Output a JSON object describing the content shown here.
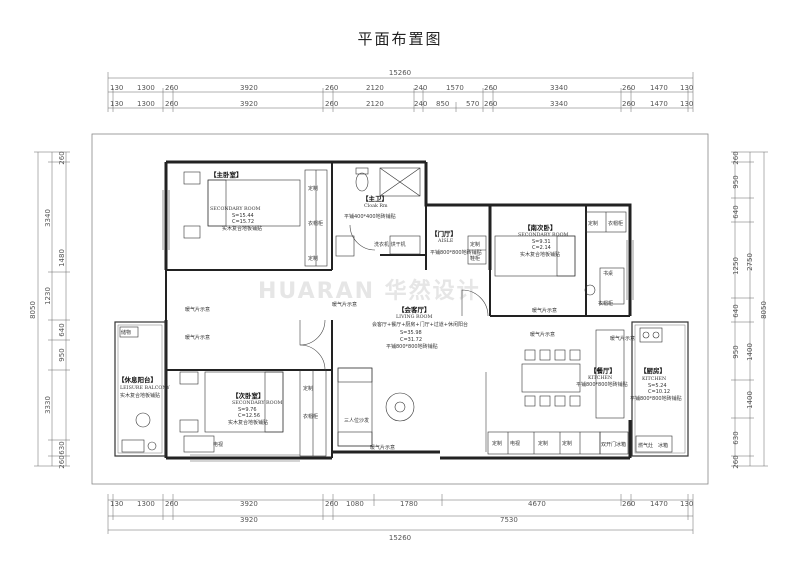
{
  "title": "平面布置图",
  "watermark": "HUARAN 华然设计",
  "dims": {
    "top_total": "15260",
    "top_row1": [
      "130",
      "1300",
      "260",
      "3920",
      "260",
      "2120",
      "240",
      "1570",
      "260",
      "3340",
      "260",
      "1470",
      "130"
    ],
    "top_row2": [
      "130",
      "1300",
      "260",
      "3920",
      "260",
      "2120",
      "240",
      "850",
      "570",
      "260",
      "3340",
      "260",
      "1470",
      "130"
    ],
    "bottom_row1": [
      "130",
      "1300",
      "260",
      "3920",
      "260",
      "1080",
      "1780",
      "4670",
      "260",
      "1470",
      "130"
    ],
    "bottom_row2": [
      "3920",
      "7530"
    ],
    "bottom_total": "15260",
    "left_total": "8050",
    "left": [
      "260",
      "3340",
      "1480",
      "1230",
      "640",
      "950",
      "3330",
      "630",
      "260"
    ],
    "right_total": "8050",
    "right": [
      "260",
      "950",
      "640",
      "2750",
      "1250",
      "640",
      "1400",
      "950",
      "1400",
      "630",
      "260"
    ]
  },
  "rooms": {
    "master_bed": {
      "name": "【主卧室】",
      "en": "SECONDARY ROOM",
      "s": "S=15.44",
      "c": "C=15.72",
      "floor": "实木复合地板铺贴"
    },
    "cloak": {
      "name": "【主卫】",
      "en": "Cloak Rm",
      "floor": "平铺400*400地砖铺贴"
    },
    "hall": {
      "name": "【门厅】",
      "en": "AISLE",
      "floor": "平铺800*800地砖铺贴"
    },
    "second_bed": {
      "name": "【南次卧】",
      "en": "SECONDARY ROOM",
      "s": "S=9.31",
      "c": "C=2.14",
      "floor": "实木复合地板铺贴"
    },
    "living": {
      "name": "【会客厅】",
      "en": "LIVING ROOM",
      "desc": "会客厅+餐厅+厨房+门厅+过道+休闲阳台",
      "s": "S=35.98",
      "c": "C=31.72",
      "floor": "平铺800*800地砖铺贴"
    },
    "balcony": {
      "name": "【休息阳台】",
      "en": "LEISURE BALCONY",
      "floor": "实木复合地板铺贴"
    },
    "third_bed": {
      "name": "【次卧室】",
      "en": "SECONDARY ROOM",
      "s": "S=9.76",
      "c": "C=12.56",
      "floor": "实木复合地板铺贴"
    },
    "dining": {
      "name": "【餐厅】",
      "en": "KITCHEN",
      "floor": "平铺800*800地砖铺贴"
    },
    "kitchen": {
      "name": "【厨房】",
      "en": "KITCHEN",
      "s": "S=5.24",
      "c": "C=10.12",
      "floor": "平铺800*800地砖铺贴"
    }
  },
  "fixtures": {
    "ac1": "暖气片示意",
    "ac2": "暖气片示意",
    "ac3": "暖气片示意",
    "ac4": "暖气片示意",
    "ac5": "暖气片示意",
    "ac6": "暖气片示意",
    "ac7": "暖气片示意",
    "wardrobe1": "衣帽柜",
    "wardrobe2": "衣帽柜",
    "wardrobe3": "衣帽柜",
    "wardrobe4": "衣帽柜",
    "cab1": "定制",
    "cab2": "定制",
    "cab3": "定制",
    "cab4": "定制",
    "cab5": "定制",
    "cab6": "定制",
    "cab7": "定制",
    "cab8": "定制",
    "washer": "洗衣机\n烘干机",
    "shoe": "鞋柜",
    "sofa": "三人位沙发",
    "fridge": "冰箱",
    "fridge2": "双开门冰箱",
    "desk": "书桌",
    "tv1": "电视",
    "tv2": "电视",
    "shelf": "储物",
    "gas": "燃气灶"
  }
}
